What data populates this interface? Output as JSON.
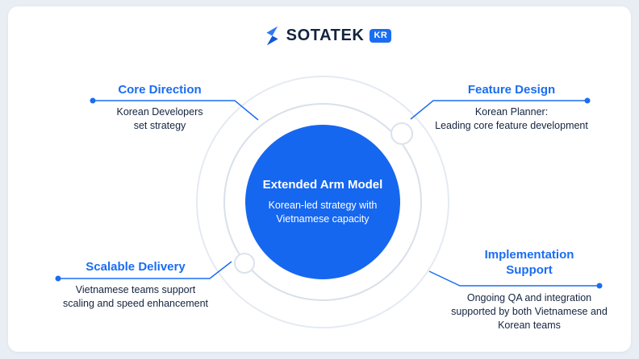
{
  "logo": {
    "brand": "SOTATEK",
    "badge": "KR"
  },
  "diagram": {
    "center": {
      "title": "Extended Arm Model",
      "subtitle": "Korean-led strategy with\nVietnamese capacity"
    },
    "callouts": [
      {
        "id": "core-direction",
        "title": "Core Direction",
        "body": "Korean Developers\nset strategy"
      },
      {
        "id": "feature-design",
        "title": "Feature Design",
        "body": "Korean Planner:\nLeading core feature development"
      },
      {
        "id": "scalable-delivery",
        "title": "Scalable Delivery",
        "body": "Vietnamese teams support\nscaling and speed enhancement"
      },
      {
        "id": "implementation-support",
        "title": "Implementation\nSupport",
        "body": "Ongoing QA and integration\nsupported by both Vietnamese and\nKorean teams"
      }
    ]
  },
  "colors": {
    "accent": "#1a6df2",
    "center_circle": "#1667ef",
    "navy_text": "#14243f",
    "ring_outer": "#e5eaf2",
    "ring_middle": "#d9e0ea",
    "card_background": "#ffffff",
    "page_background": "#e9edf4"
  }
}
